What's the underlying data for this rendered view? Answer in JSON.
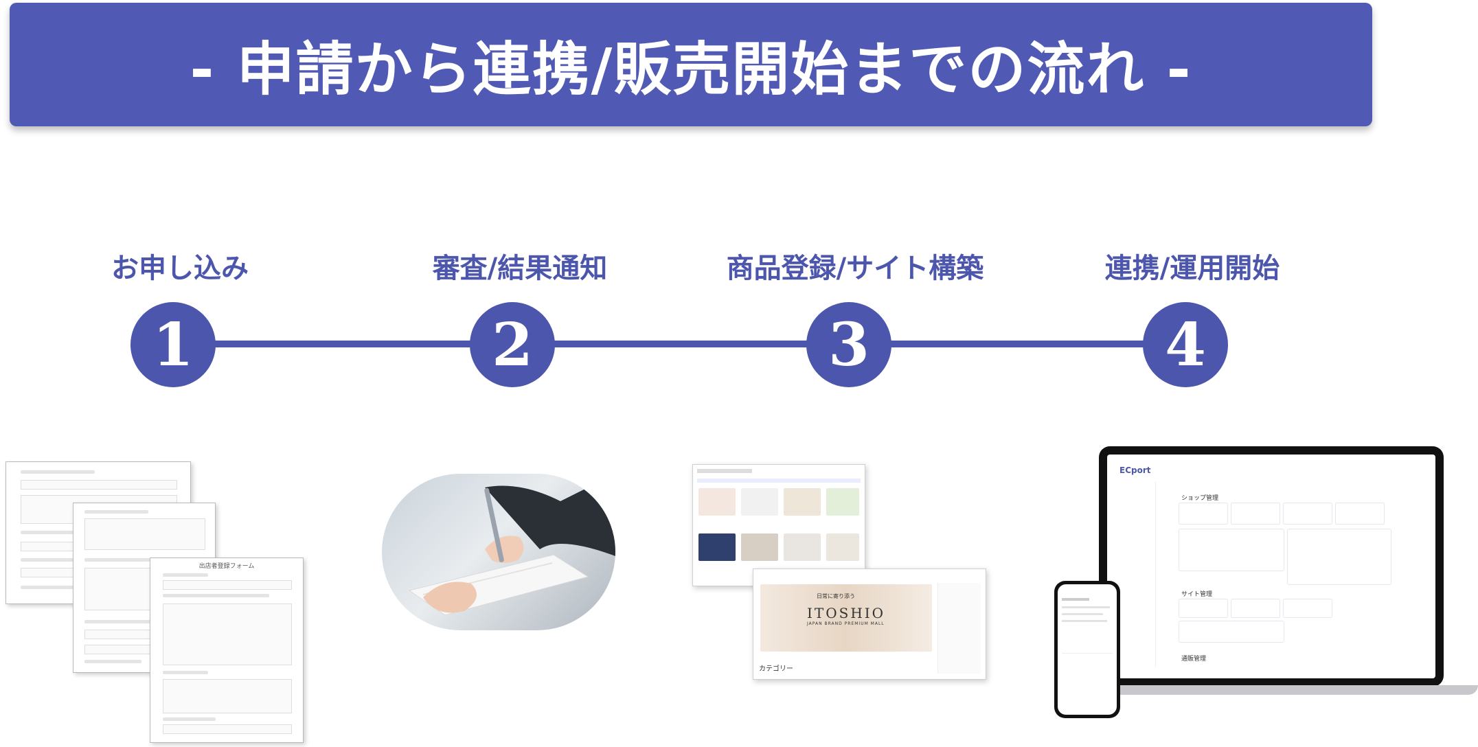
{
  "header": {
    "title": "- 申請から連携/販売開始までの流れ -"
  },
  "steps": [
    {
      "label": "お申し込み",
      "number": "1"
    },
    {
      "label": "審査/結果通知",
      "number": "2"
    },
    {
      "label": "商品登録/サイト構築",
      "number": "3"
    },
    {
      "label": "連携/運用開始",
      "number": "4"
    }
  ],
  "form_doc": {
    "title": "出店者登録フォーム"
  },
  "shop_screen": {
    "brand": "ITOSHIO",
    "tagline": "JAPAN BRAND PREMIUM MALL",
    "catch": "日常に寄り添う",
    "category_heading": "カテゴリー"
  },
  "dashboard": {
    "logo": "ECport",
    "section_shop": "ショップ管理",
    "section_site": "サイト管理",
    "section_sales": "通販管理"
  },
  "colors": {
    "accent": "#4c56ac",
    "banner": "#5059b3"
  }
}
